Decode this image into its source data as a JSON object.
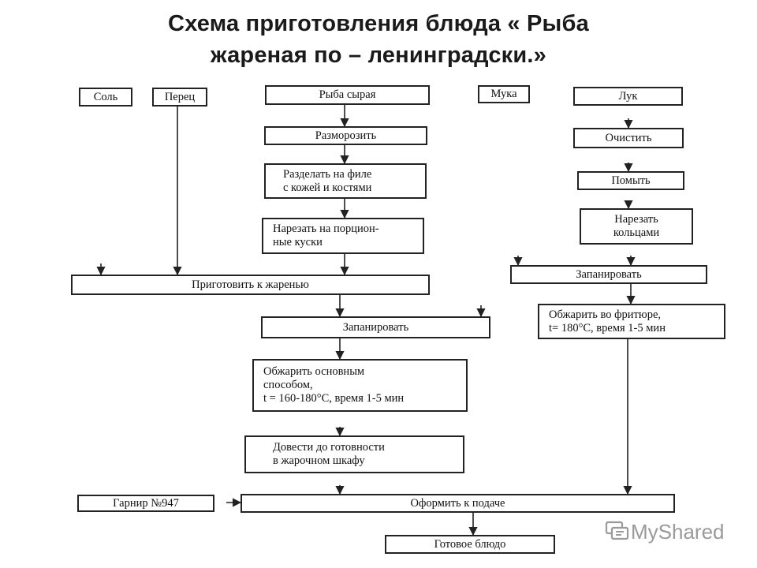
{
  "title": {
    "line1": "Схема приготовления блюда « Рыба",
    "line2": "жареная по – ленинградски.»"
  },
  "boxes": {
    "salt": "Соль",
    "pepper": "Перец",
    "raw_fish": "Рыба сырая",
    "flour": "Мука",
    "onion": "Лук",
    "defrost": "Разморозить",
    "fillet_1": "Разделать на филе",
    "fillet_2": "с кожей и костями",
    "portion_1": "Нарезать на порцион-",
    "portion_2": "ные куски",
    "peel": "Очистить",
    "wash": "Помыть",
    "rings_1": "Нарезать",
    "rings_2": "кольцами",
    "prepare": "Приготовить к жаренью",
    "bread_onion": "Запанировать",
    "deep_fry_1": "Обжарить во фритюре,",
    "deep_fry_2": "t= 180°С, время 1-5 мин",
    "bread_fish": "Запанировать",
    "fry_1": "Обжарить основным",
    "fry_2": "способом,",
    "fry_3": "t = 160-180°С, время 1-5 мин",
    "oven_1": "Довести до готовности",
    "oven_2": "в жарочном шкафу",
    "garnish": "Гарнир №947",
    "serve": "Оформить к подаче",
    "done": "Готовое блюдо"
  },
  "watermark": {
    "text": "MyShared",
    "icon": "myshared-logo-icon"
  }
}
